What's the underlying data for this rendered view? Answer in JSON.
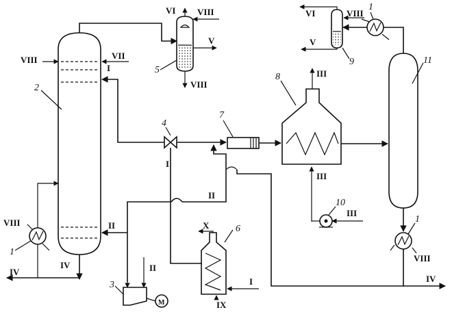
{
  "streams": {
    "r1_viii": "VIII",
    "r1_vii": "VII",
    "r1_i": "I",
    "r1_ii": "II",
    "r1_iv": "IV",
    "r1_iv2": "IV",
    "s5_vi": "VI",
    "s5_viii": "VIII",
    "s5_v": "V",
    "s5_viii_b": "VIII",
    "s9_vi": "VI",
    "s9_viii": "VIII",
    "s9_v": "V",
    "v4_i": "I",
    "f8_iii_top": "III",
    "f8_iii_bottom": "III",
    "p10_iii": "III",
    "mid_ii": "II",
    "h6_x": "X",
    "h6_i": "I",
    "h6_ix": "IX",
    "c3_ii": "II",
    "hx_left_viii": "VIII",
    "hx_right_viii": "VIII",
    "out_iv_right": "IV",
    "motor": "M"
  },
  "numbers": {
    "n1_top": "1",
    "n1_left": "1",
    "n1_right": "1",
    "n2": "2",
    "n3": "3",
    "n4": "4",
    "n5": "5",
    "n6": "6",
    "n7": "7",
    "n8": "8",
    "n9": "9",
    "n10": "10",
    "n11": "11"
  }
}
